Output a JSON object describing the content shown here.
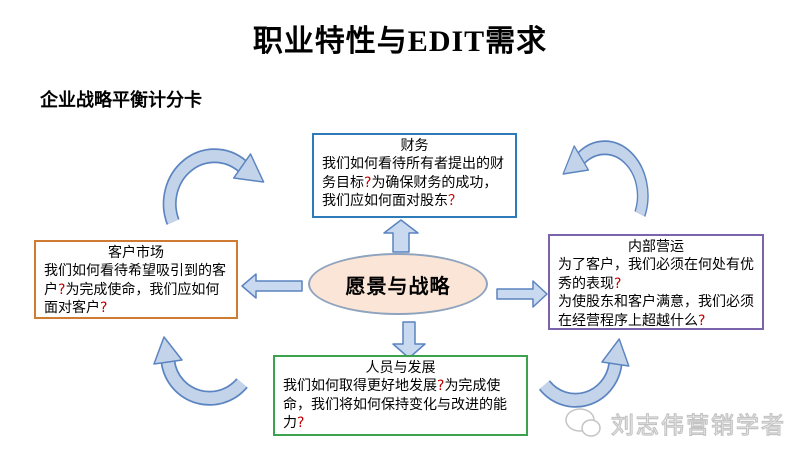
{
  "title": "职业特性与EDIT需求",
  "subtitle": "企业战略平衡计分卡",
  "diagram": {
    "center": {
      "label": "愿景与战略"
    },
    "boxes": {
      "finance": {
        "title": "财务",
        "body": "我们如何看待所有者提出的财务目标?为确保财务的成功，我们应如何面对股东？",
        "border_color": "#2F7AB8"
      },
      "customer": {
        "title": "客户市场",
        "body": "我们如何看待希望吸引到的客户?为完成使命，我们应如何面对客户?",
        "border_color": "#D07B33"
      },
      "internal": {
        "title": "内部营运",
        "body": "为了客户，我们必须在何处有优秀的表现?\n为使股东和客户满意，我们必须在经营程序上超越什么?",
        "border_color": "#7B64AC"
      },
      "growth": {
        "title": "人员与发展",
        "body": "我们如何取得更好地发展?为完成使命，我们将如何保持变化与改进的能力?",
        "border_color": "#3DA24D"
      }
    },
    "arrows": {
      "center_to_finance": "up",
      "center_to_customer": "left",
      "center_to_internal": "right",
      "center_to_growth": "down",
      "customer_to_finance": "curved-clockwise-up-right",
      "internal_to_finance": "curved-counterclockwise-up-left",
      "growth_to_customer": "curved-up-left",
      "growth_to_internal": "curved-up-right"
    },
    "colors": {
      "arrow_fill": "#C8D9F0",
      "arrow_outline": "#5B84C0",
      "curved_fill": "#C3D4EA",
      "ellipse_fill": "#FBE5D6",
      "ellipse_border": "#8EA3BE",
      "question_mark": "#C00000"
    }
  },
  "watermark": {
    "text": "刘志伟营销学者"
  }
}
